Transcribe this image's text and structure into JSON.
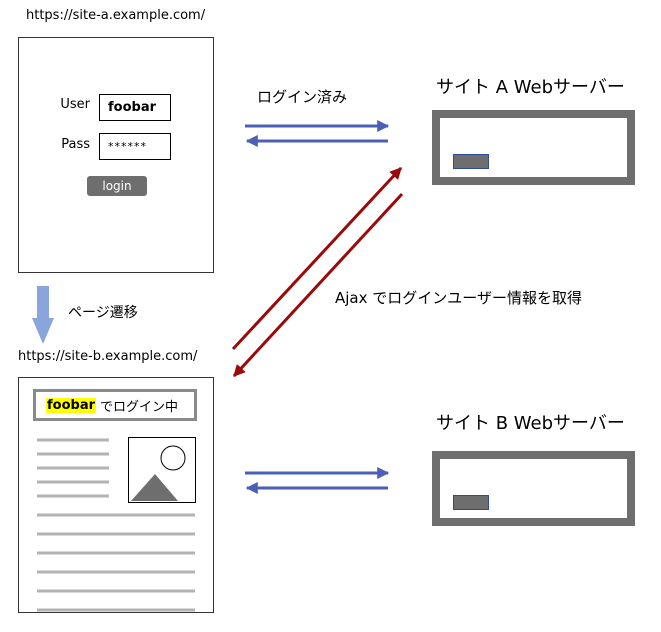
{
  "site_a": {
    "url": "https://site-a.example.com/",
    "user_label": "User",
    "user_value": "foobar",
    "pass_label": "Pass",
    "pass_value": "******",
    "login_label": "login"
  },
  "transition_label": "ページ遷移",
  "site_b": {
    "url": "https://site-b.example.com/",
    "banner_user": "foobar",
    "banner_text": "でログイン中"
  },
  "server_a": {
    "title": "サイト A Webサーバー"
  },
  "server_b": {
    "title": "サイト B Webサーバー"
  },
  "labels": {
    "logged_in": "ログイン済み",
    "ajax": "Ajax でログインユーザー情報を取得"
  },
  "colors": {
    "blue_arrow": "#4a5fb5",
    "red_arrow": "#9b0a0a",
    "down_arrow": "#8aa4dc",
    "server_gray": "#6e6e6e",
    "highlight": "#ffff00"
  }
}
